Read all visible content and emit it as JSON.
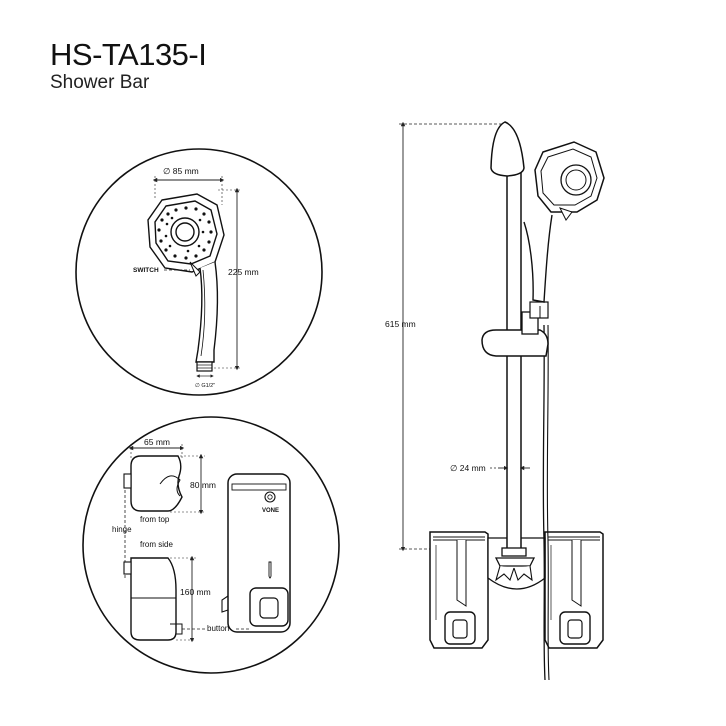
{
  "header": {
    "model": "HS-TA135-I",
    "product": "Shower Bar"
  },
  "handshower_detail": {
    "head_diameter": "∅ 85 mm",
    "length": "225 mm",
    "switch_label": "SWITCH",
    "thread": "∅ G1/2\""
  },
  "dispenser_detail": {
    "width": "65 mm",
    "depth": "80 mm",
    "height": "160 mm",
    "view_top": "from top",
    "view_side": "from side",
    "hinge_label": "hinge",
    "button_label": "button",
    "brand": "VONE"
  },
  "rail": {
    "height": "615 mm",
    "diameter": "∅  24 mm"
  },
  "colors": {
    "line": "#111111",
    "dimension": "#333333",
    "background": "#ffffff"
  }
}
